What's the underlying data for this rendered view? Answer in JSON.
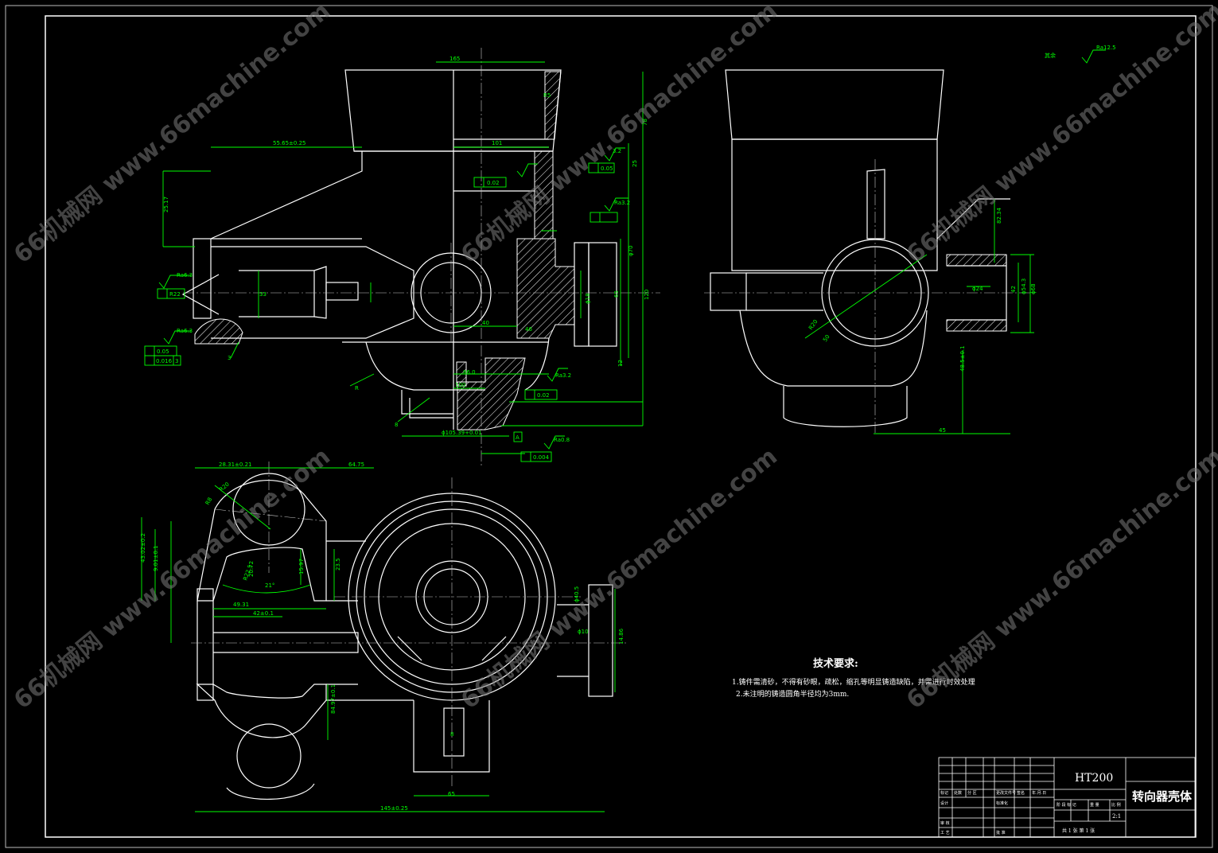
{
  "watermark": {
    "text": "66机械网 www.66machine.com"
  },
  "drawing": {
    "top_roughness_label": "其余",
    "top_roughness_value": "Ra12.5",
    "technical_requirements": {
      "title": "技术要求:",
      "items": [
        "1.铸件需清砂，不得有砂眼，疏松，缩孔等明显铸造缺陷，并需进行时效处理",
        "2.未注明的铸造圆角半径均为3mm."
      ]
    },
    "title_block": {
      "material": "HT200",
      "part_name": "转向器壳体",
      "scale": "2:1",
      "sheet_text": "共 1 张   第 1 张",
      "labels": {
        "mark": "标记",
        "count": "处数",
        "zone": "分 区",
        "change_doc": "更改文件号",
        "sign": "签名",
        "date": "年.月.日",
        "design": "设计",
        "standardize": "标准化",
        "stage_mark": "阶 段 标 记",
        "weight": "重 量",
        "scale_label": "比 例",
        "review": "审 核",
        "process": "工 艺",
        "approve": "批 准"
      }
    },
    "front_view_dims": [
      "165",
      "55.65±0.25",
      "25.17",
      "101",
      "3.2",
      "0.02",
      "0.05",
      "Ra6.3",
      "R22",
      "0.05",
      "0.016",
      "3",
      "Ra6.3",
      "3",
      "33",
      "R",
      "8",
      "40",
      "86.0",
      "100",
      "46",
      "Ra3.2",
      "0.02",
      "ϕ105.39+0.01",
      "ϕ18",
      "0.004",
      "Ra0.8",
      "A",
      "65",
      "φ70",
      "12",
      "25",
      "78",
      "120",
      "Ra3.2",
      "R5"
    ],
    "side_view_dims": [
      "82.34",
      "ϕ68",
      "ϕ24",
      "R20",
      "48.5±0.1",
      "45",
      "42",
      "50",
      "ϕ54.3"
    ],
    "plan_view_dims": [
      "28.31±0.21",
      "64.75",
      "R8",
      "R20",
      "20.72",
      "15.97",
      "21°",
      "49.31",
      "R22.5",
      "23.5",
      "43.02±0.2",
      "9.01±0.1",
      "42±0.1",
      "14.86",
      "ϕ40.5",
      "8",
      "84.97±0.1",
      "ϕ10",
      "65",
      "145±0.25"
    ]
  }
}
